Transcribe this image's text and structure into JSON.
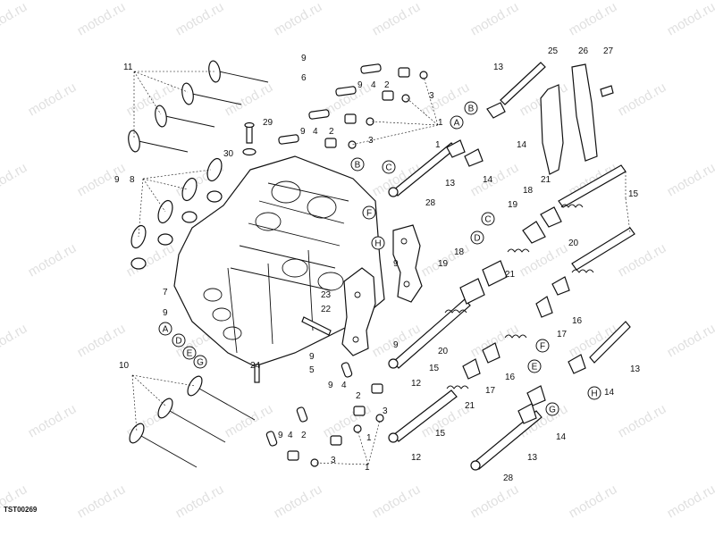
{
  "document_code": "TST00269",
  "watermark": "motod.ru",
  "part_labels": [
    {
      "text": "11"
    },
    {
      "text": "9"
    },
    {
      "text": "6"
    },
    {
      "text": "9"
    },
    {
      "text": "4"
    },
    {
      "text": "2"
    },
    {
      "text": "3"
    },
    {
      "text": "9"
    },
    {
      "text": "4"
    },
    {
      "text": "2"
    },
    {
      "text": "3"
    },
    {
      "text": "1"
    },
    {
      "text": "1"
    },
    {
      "text": "29"
    },
    {
      "text": "30"
    },
    {
      "text": "9"
    },
    {
      "text": "8"
    },
    {
      "text": "7"
    },
    {
      "text": "9"
    },
    {
      "text": "13"
    },
    {
      "text": "14"
    },
    {
      "text": "14"
    },
    {
      "text": "13"
    },
    {
      "text": "28"
    },
    {
      "text": "25"
    },
    {
      "text": "26"
    },
    {
      "text": "27"
    },
    {
      "text": "15"
    },
    {
      "text": "21"
    },
    {
      "text": "18"
    },
    {
      "text": "19"
    },
    {
      "text": "20"
    },
    {
      "text": "18"
    },
    {
      "text": "19"
    },
    {
      "text": "21"
    },
    {
      "text": "16"
    },
    {
      "text": "17"
    },
    {
      "text": "20"
    },
    {
      "text": "21"
    },
    {
      "text": "17"
    },
    {
      "text": "16"
    },
    {
      "text": "15"
    },
    {
      "text": "12"
    },
    {
      "text": "15"
    },
    {
      "text": "12"
    },
    {
      "text": "23"
    },
    {
      "text": "22"
    },
    {
      "text": "9"
    },
    {
      "text": "9"
    },
    {
      "text": "24"
    },
    {
      "text": "10"
    },
    {
      "text": "9"
    },
    {
      "text": "5"
    },
    {
      "text": "9"
    },
    {
      "text": "4"
    },
    {
      "text": "2"
    },
    {
      "text": "3"
    },
    {
      "text": "9"
    },
    {
      "text": "4"
    },
    {
      "text": "2"
    },
    {
      "text": "3"
    },
    {
      "text": "1"
    },
    {
      "text": "1"
    },
    {
      "text": "13"
    },
    {
      "text": "14"
    },
    {
      "text": "14"
    },
    {
      "text": "13"
    },
    {
      "text": "28"
    }
  ],
  "reference_circles": [
    {
      "text": "A"
    },
    {
      "text": "B"
    },
    {
      "text": "B"
    },
    {
      "text": "C"
    },
    {
      "text": "F"
    },
    {
      "text": "H"
    },
    {
      "text": "C"
    },
    {
      "text": "D"
    },
    {
      "text": "A"
    },
    {
      "text": "D"
    },
    {
      "text": "E"
    },
    {
      "text": "G"
    },
    {
      "text": "F"
    },
    {
      "text": "E"
    },
    {
      "text": "H"
    },
    {
      "text": "G"
    }
  ]
}
